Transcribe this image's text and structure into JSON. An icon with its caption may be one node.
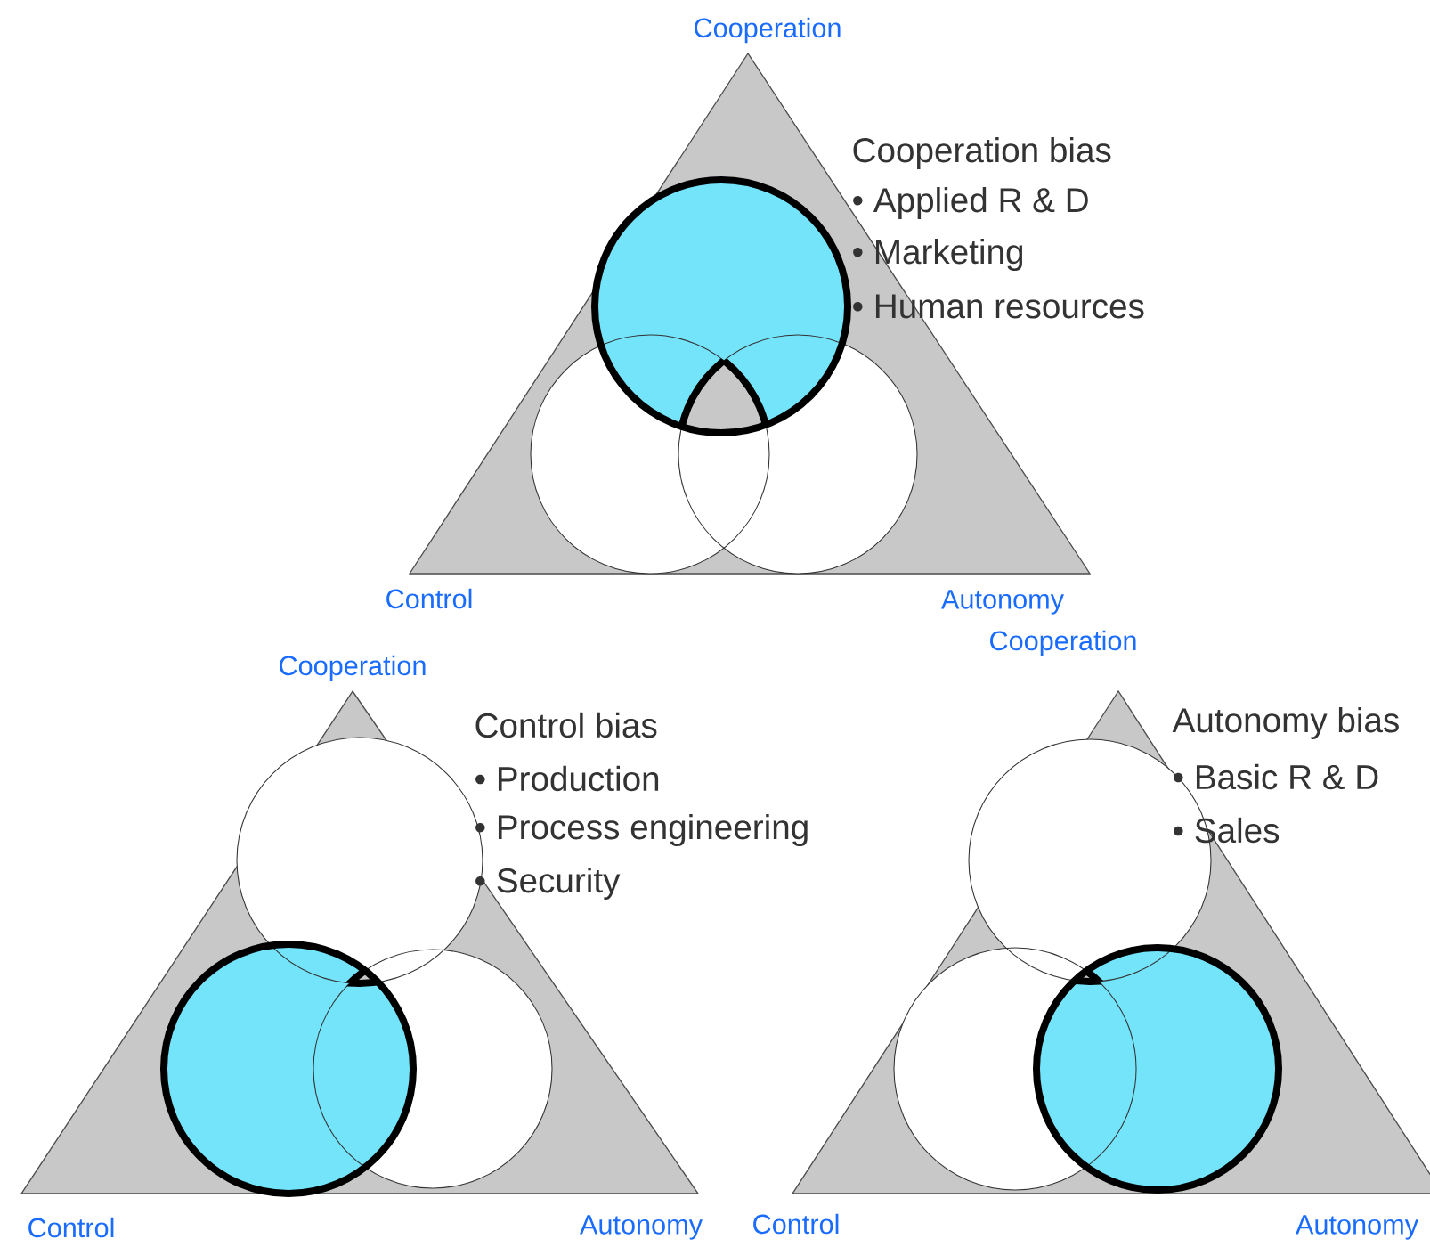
{
  "diagram": {
    "labels": [
      "Cooperation",
      "Cooperation bias",
      "• Applied R & D",
      "• Marketing",
      "• Human resources",
      "Control",
      "Autonomy",
      "Cooperation",
      "Control bias",
      "• Production",
      "• Process engineering",
      "• Security",
      "Control",
      "Autonomy",
      "Cooperation",
      "Autonomy bias",
      "• Basic R & D",
      "• Sales",
      "Control",
      "Autonomy"
    ]
  }
}
